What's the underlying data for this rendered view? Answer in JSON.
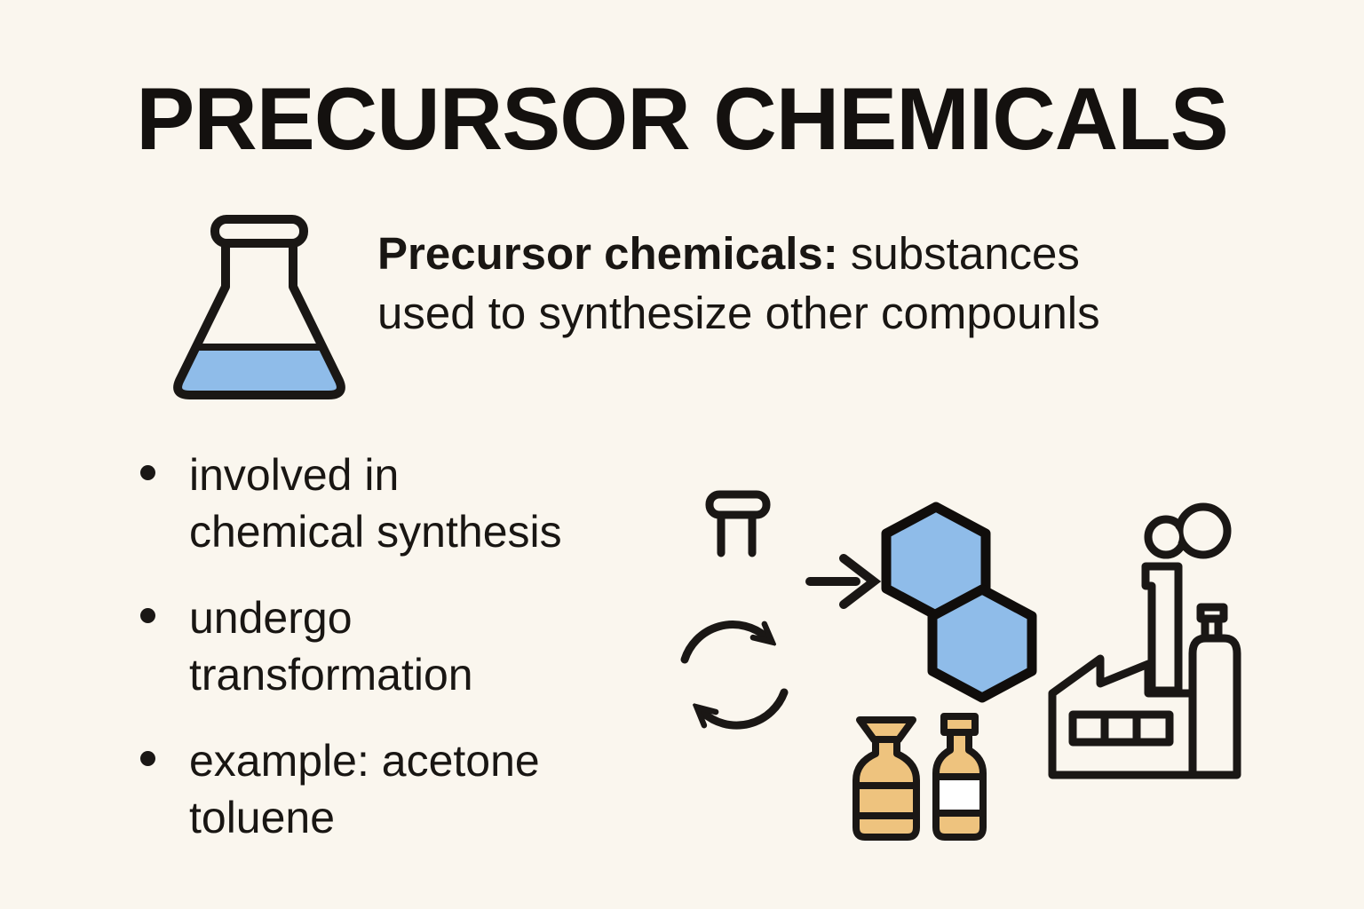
{
  "title": "PRECURSOR CHEMICALS",
  "definition": {
    "term": "Precursor chemicals:",
    "line1_rest": " substances",
    "line2": "used to synthesize other compounls"
  },
  "bullets": [
    {
      "line1": "involved in",
      "line2": "chemical synthesis"
    },
    {
      "line1": "undergo",
      "line2": "transformation"
    },
    {
      "line1": "example: acetone",
      "line2": "toluene"
    }
  ],
  "icons": {
    "flask": "erlenmeyer-flask-icon",
    "flask_top": "flask-neck-icon",
    "arrow": "arrow-right-icon",
    "molecule": "hexagon-molecule-icon",
    "cycle": "cycle-arrows-icon",
    "bottles": "chemical-bottles-icon",
    "factory": "factory-icon"
  },
  "colors": {
    "background": "#faf6ee",
    "ink": "#1a1715",
    "accent_blue": "#8fbce9",
    "accent_tan": "#eec37e",
    "label_white": "#ffffff"
  }
}
